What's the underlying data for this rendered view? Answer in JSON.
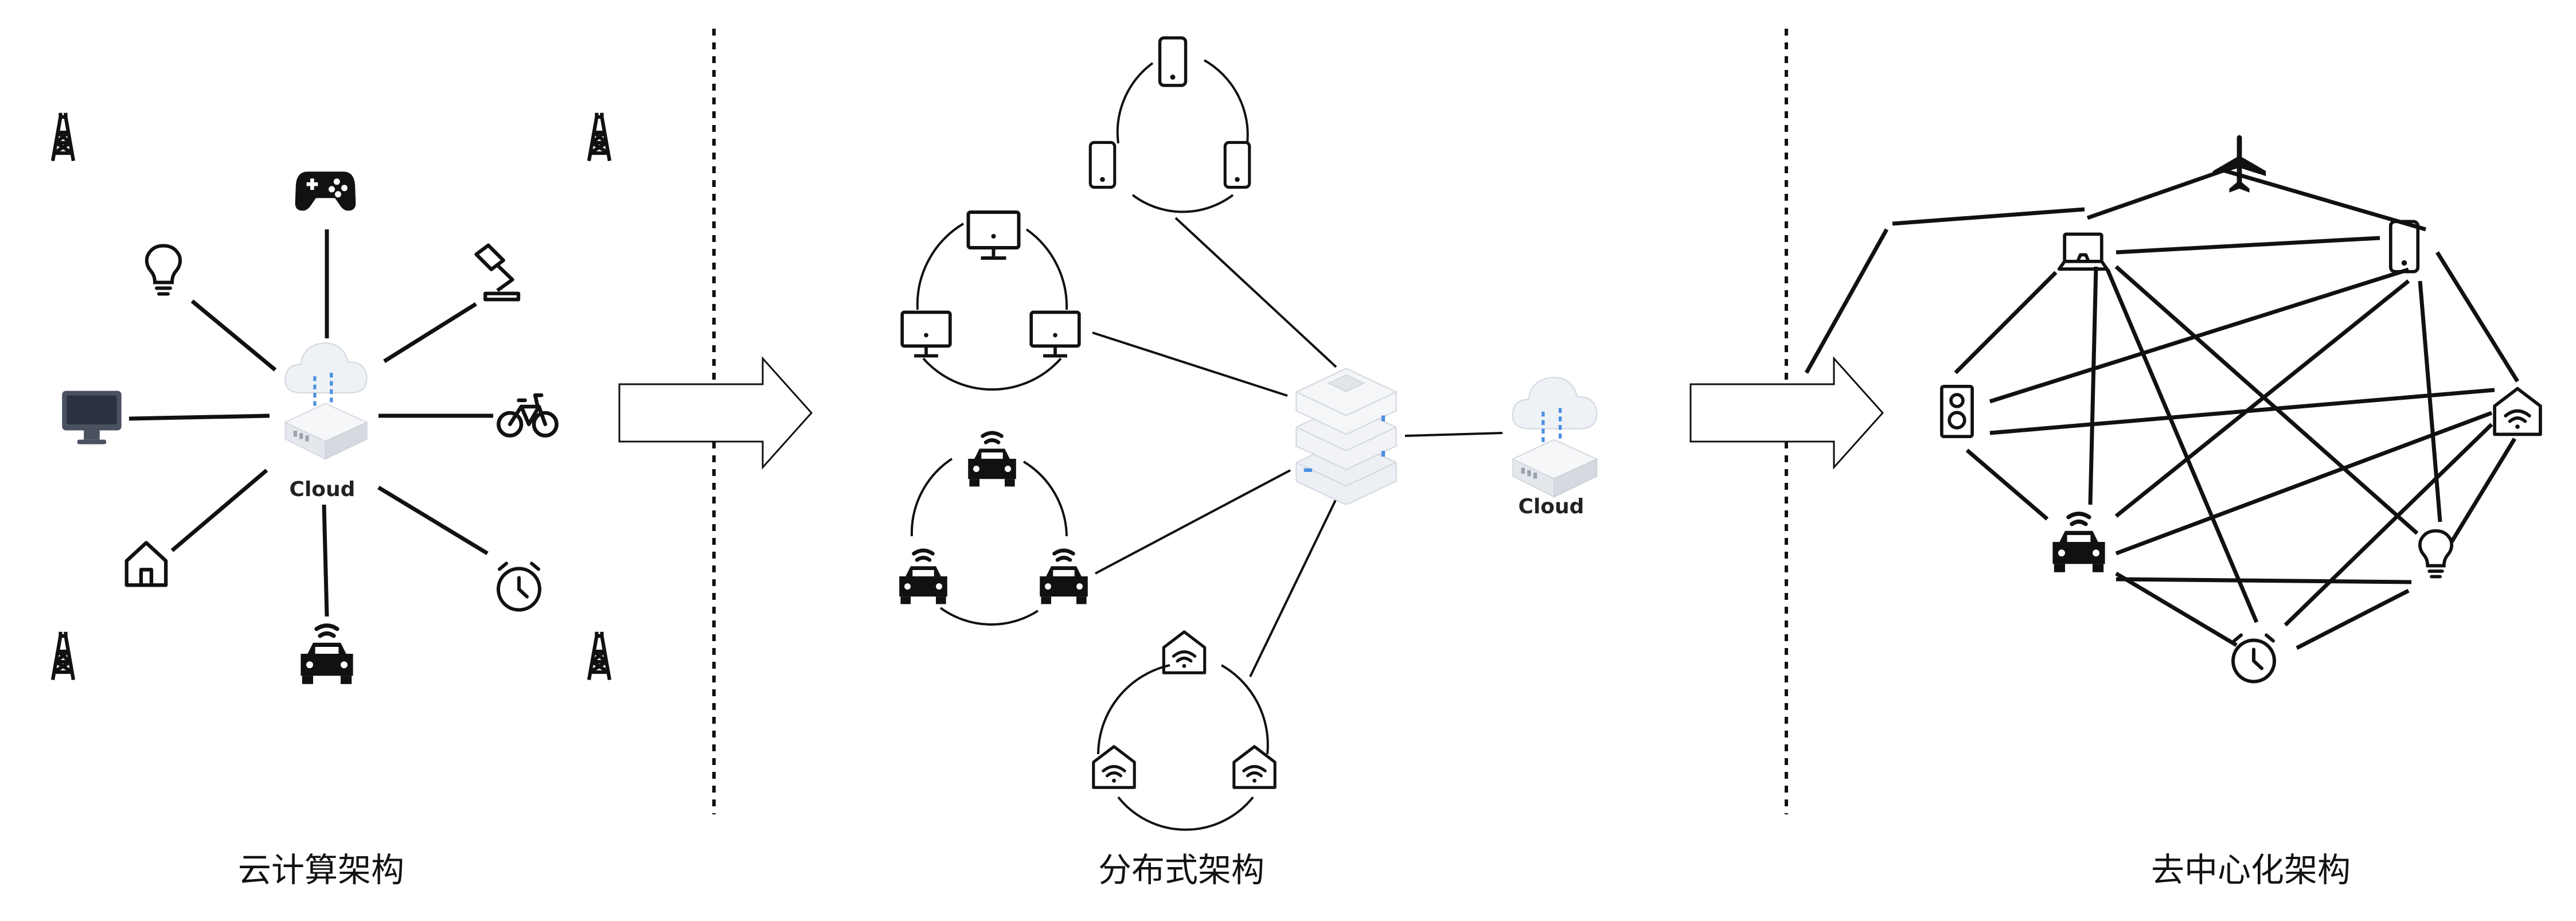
{
  "sections": [
    {
      "caption": "云计算架构",
      "cloud_label": "Cloud"
    },
    {
      "caption": "分布式架构",
      "cloud_label": "Cloud"
    },
    {
      "caption": "去中心化架构"
    }
  ]
}
